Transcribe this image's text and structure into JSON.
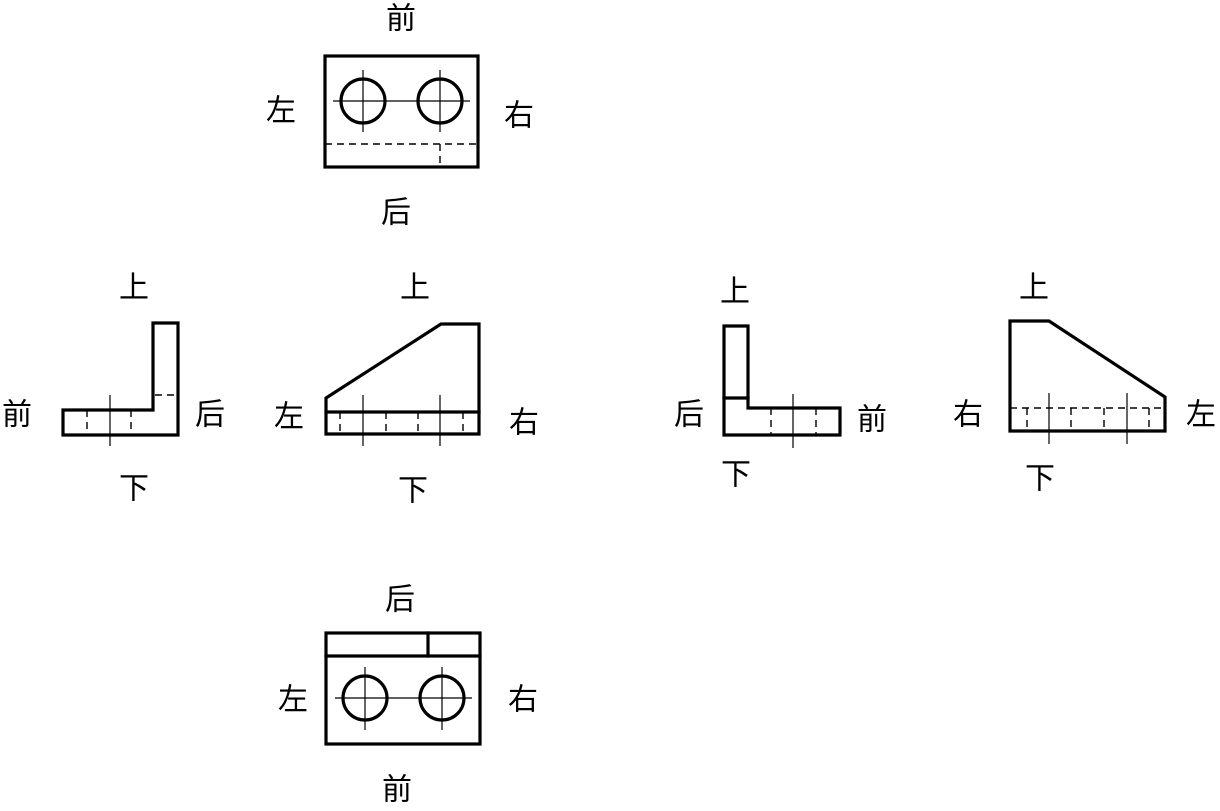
{
  "views": {
    "top_view": {
      "top": "前",
      "left": "左",
      "right": "右",
      "bottom": "后"
    },
    "left_view": {
      "top": "上",
      "left": "前",
      "right": "后",
      "bottom": "下"
    },
    "front_view": {
      "top": "上",
      "left": "左",
      "right": "右",
      "bottom": "下"
    },
    "right_view": {
      "top": "上",
      "left": "后",
      "right": "前",
      "bottom": "下"
    },
    "back_view": {
      "top": "上",
      "left": "右",
      "right": "左",
      "bottom": "下"
    },
    "bottom_view": {
      "top": "后",
      "left": "左",
      "right": "右",
      "bottom": "前"
    }
  },
  "colors": {
    "line": "#000000",
    "background": "#ffffff"
  }
}
